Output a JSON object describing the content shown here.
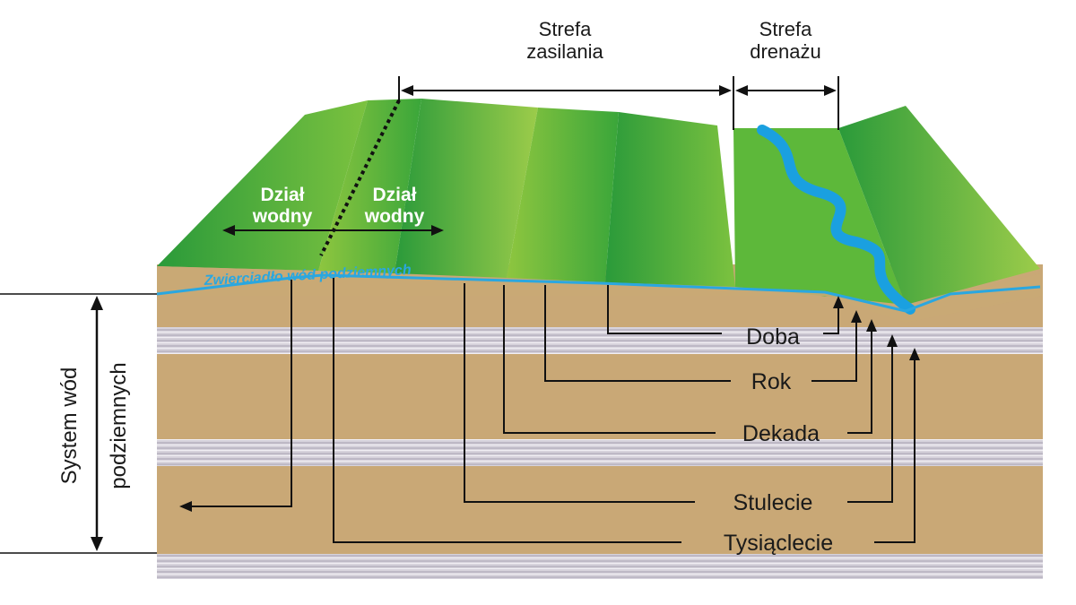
{
  "zones": {
    "recharge": [
      "Strefa",
      "zasilania"
    ],
    "drainage": [
      "Strefa",
      "drenażu"
    ]
  },
  "divide": {
    "left": [
      "Dział",
      "wodny"
    ],
    "right": [
      "Dział",
      "wodny"
    ]
  },
  "water_table_label": "Zwierciadło wód podziemnych",
  "system_label": [
    "System wód",
    "podziemnych"
  ],
  "flow_times": [
    "Doba",
    "Rok",
    "Dekada",
    "Stulecie",
    "Tysiąclecie"
  ],
  "colors": {
    "soil": "#c9a876",
    "grass_dark": "#2a9a3a",
    "grass_light": "#8ec63f",
    "water": "#1aa0e0",
    "aquitard": "#d0ccd6"
  }
}
